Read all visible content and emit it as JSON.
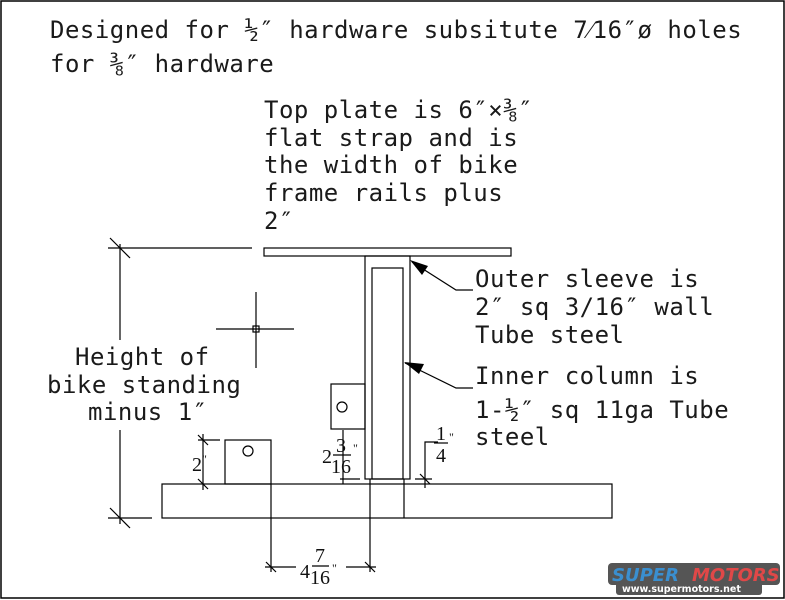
{
  "notes": {
    "header": [
      "Designed for ½″ hardware subsitute 7⁄16″ø holes",
      "for ⅜″ hardware"
    ],
    "top_plate": [
      "Top plate is  6″×⅜″",
      "flat strap and is",
      "the width of bike",
      "frame rails plus",
      "2″"
    ],
    "outer_sleeve": [
      "Outer sleeve is",
      "2″ sq 3/16″ wall",
      "Tube steel"
    ],
    "inner_column": [
      "Inner column is",
      "1-½″ sq 11ga Tube",
      "steel"
    ],
    "height": [
      "Height of",
      "bike standing",
      "minus 1″"
    ]
  },
  "dimensions": {
    "tab_height": {
      "whole": "2",
      "unit": "\""
    },
    "tab_offset": {
      "whole": "2",
      "num": "3",
      "den": "16",
      "unit": "\""
    },
    "gap": {
      "num": "1",
      "den": "4",
      "unit": "\""
    },
    "spacing": {
      "whole": "4",
      "num": "7",
      "den": "16",
      "unit": "\""
    }
  },
  "watermark": {
    "brand_a": "SUPER",
    "brand_b": "MOTORS",
    "url": "www.supermotors.net"
  },
  "colors": {
    "brand_a": "#3a8fd0",
    "brand_b": "#e04848"
  }
}
